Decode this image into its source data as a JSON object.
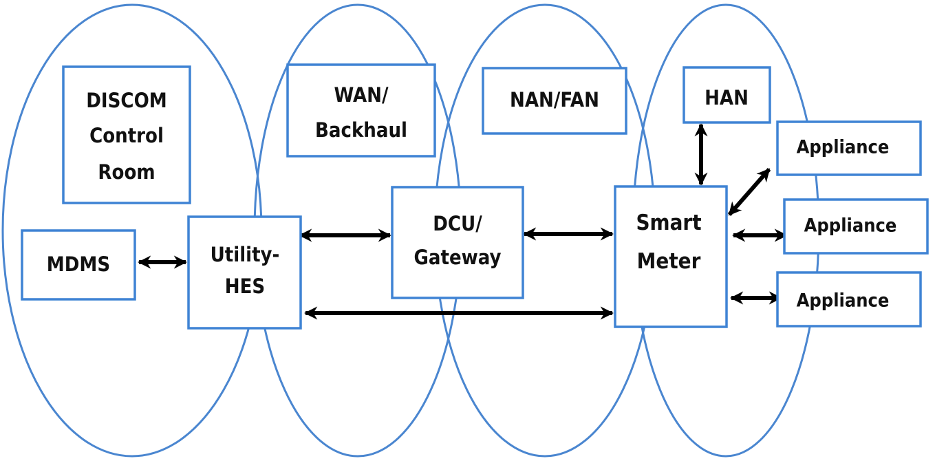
{
  "zones": [
    "",
    "",
    "",
    ""
  ],
  "boxes": {
    "discom": [
      "DISCOM",
      "Control",
      "Room"
    ],
    "wan": [
      "WAN/",
      "Backhaul"
    ],
    "nan": [
      "NAN/FAN"
    ],
    "han": [
      "HAN"
    ],
    "mdms": [
      "MDMS"
    ],
    "hes": [
      "Utility-",
      "HES"
    ],
    "dcu": [
      "DCU/",
      "Gateway"
    ],
    "meter": [
      "Smart",
      "Meter"
    ],
    "appliance1": [
      "Appliance"
    ],
    "appliance2": [
      "Appliance"
    ],
    "appliance3": [
      "Appliance"
    ]
  },
  "connections": [
    {
      "from": "mdms",
      "to": "hes",
      "direction": "both"
    },
    {
      "from": "hes",
      "to": "dcu",
      "direction": "both"
    },
    {
      "from": "dcu",
      "to": "meter",
      "direction": "both"
    },
    {
      "from": "hes",
      "to": "meter",
      "direction": "both"
    },
    {
      "from": "han",
      "to": "meter",
      "direction": "both"
    },
    {
      "from": "meter",
      "to": "appliance1",
      "direction": "both"
    },
    {
      "from": "meter",
      "to": "appliance2",
      "direction": "both"
    },
    {
      "from": "meter",
      "to": "appliance3",
      "direction": "both"
    }
  ],
  "colors": {
    "zone_stroke": "#4a86d0",
    "box_stroke": "#3f83d4",
    "arrow": "#000000",
    "text": "#111111"
  }
}
